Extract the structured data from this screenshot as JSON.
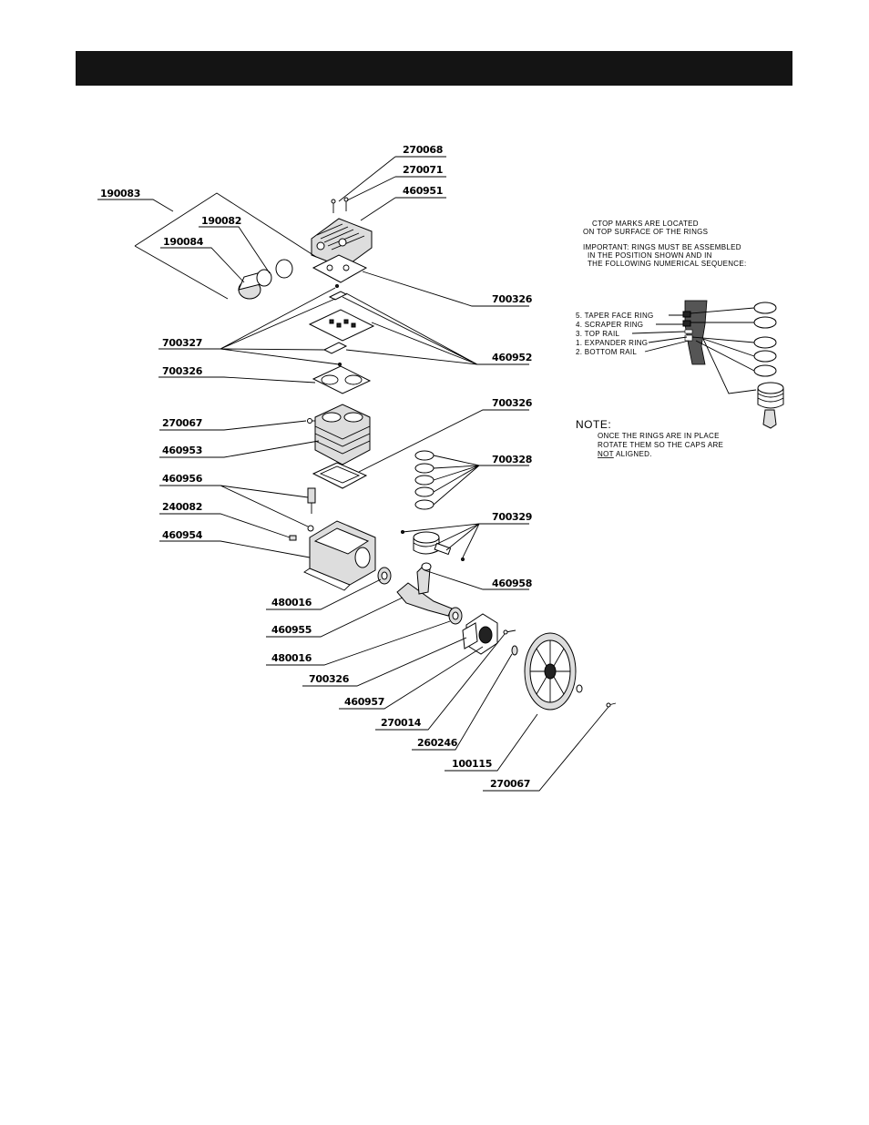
{
  "header": {
    "title": ""
  },
  "callouts": {
    "p270068": "270068",
    "p270071": "270071",
    "p460951": "460951",
    "p190083": "190083",
    "p190082": "190082",
    "p190084": "190084",
    "p700326_a": "700326",
    "p700327": "700327",
    "p460952": "460952",
    "p700326_b": "700326",
    "p270067_a": "270067",
    "p460953": "460953",
    "p700326_c": "700326",
    "p700328": "700328",
    "p460956": "460956",
    "p240082": "240082",
    "p460954": "460954",
    "p700329": "700329",
    "p460958": "460958",
    "p480016_a": "480016",
    "p460955": "460955",
    "p480016_b": "480016",
    "p700326_d": "700326",
    "p460957": "460957",
    "p270014": "270014",
    "p260246": "260246",
    "p100115": "100115",
    "p270067_b": "270067"
  },
  "ring_notes": {
    "top_marks_1": "CTOP MARKS ARE LOCATED",
    "top_marks_2": "ON TOP SURFACE OF THE RINGS",
    "important_1": "IMPORTANT: RINGS MUST BE ASSEMBLED",
    "important_2": "IN THE POSITION SHOWN AND IN",
    "important_3": "THE FOLLOWING NUMERICAL SEQUENCE:",
    "ring5": "5. TAPER FACE RING",
    "ring4": "4. SCRAPER RING",
    "ring3": "3. TOP RAIL",
    "ring1": "1. EXPANDER RING",
    "ring2": "2. BOTTOM RAIL",
    "note_title": "NOTE:",
    "note_1": "ONCE THE RINGS ARE IN PLACE",
    "note_2": "ROTATE THEM SO THE CAPS ARE",
    "note_3_emph": "NOT",
    "note_3_rest": "ALIGNED."
  }
}
